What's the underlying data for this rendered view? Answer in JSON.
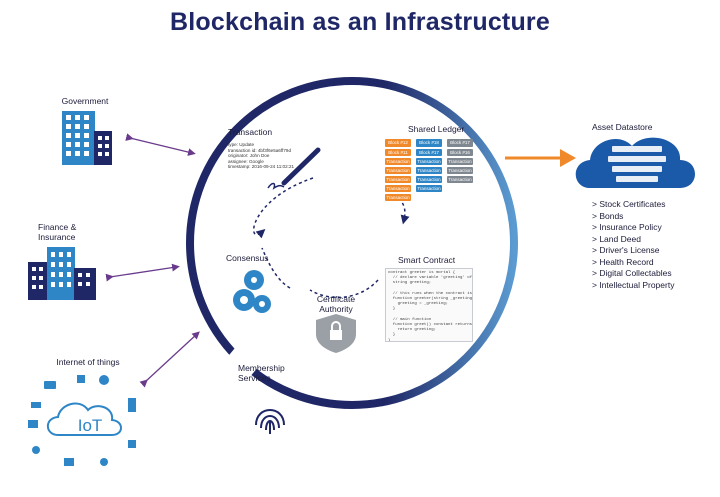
{
  "title": "Blockchain as an Infrastructure",
  "government": "Government",
  "finance": "Finance &\nInsurance",
  "iot_label": "Internet of things",
  "iot_cloud": "IoT",
  "transaction": {
    "label": "Transaction",
    "lines": [
      "type: Update",
      "transaction id: 4bf3f6e5a6ff79d",
      "originator: John Doe",
      "assignee: Google",
      "timestamp: 2016-09-24 11:02:21"
    ]
  },
  "shared_ledger": {
    "label": "Shared Ledger",
    "blocks": [
      {
        "title": "Block #12",
        "rows": [
          "Block #11",
          "Transaction",
          "Transaction",
          "Transaction",
          "Transaction",
          "Transaction"
        ],
        "color": "#f0892a"
      },
      {
        "title": "Block #18",
        "rows": [
          "Block #17",
          "Transaction",
          "Transaction",
          "Transaction",
          "Transaction"
        ],
        "color": "#2f86c6"
      },
      {
        "title": "Block #17",
        "rows": [
          "Block #16",
          "Transaction",
          "Transaction",
          "Transaction"
        ],
        "color": "#7f8790"
      }
    ]
  },
  "smart_contract": {
    "label": "Smart Contract",
    "code": "contract greeter is mortal {\n  // declare variable 'greeting' of the type string\n  string greeting;\n\n  // this runs when the contract is executed\n  function greeter(string _greeting) public {\n    greeting = _greeting;\n  }\n\n  // main function\n  function greet() constant returns (string) {\n    return greeting;\n  }\n}"
  },
  "consensus": "Consensus",
  "certificate": "Certificate\nAuthority",
  "membership": "Membership\nServices",
  "asset_datastore": "Asset Datastore",
  "assets": [
    "> Stock Certificates",
    "> Bonds",
    "> Insurance Policy",
    "> Land Deed",
    "> Driver's License",
    "> Health Record",
    "> Digital Collectables",
    "> Intellectual Property"
  ],
  "colors": {
    "navy": "#1f2766",
    "ring_light": "#5b9bd1",
    "orange": "#f0892a",
    "purple": "#6a3b8c",
    "blue": "#2f86c6",
    "grey": "#7f8790",
    "cloud": "#1b5aa8"
  }
}
